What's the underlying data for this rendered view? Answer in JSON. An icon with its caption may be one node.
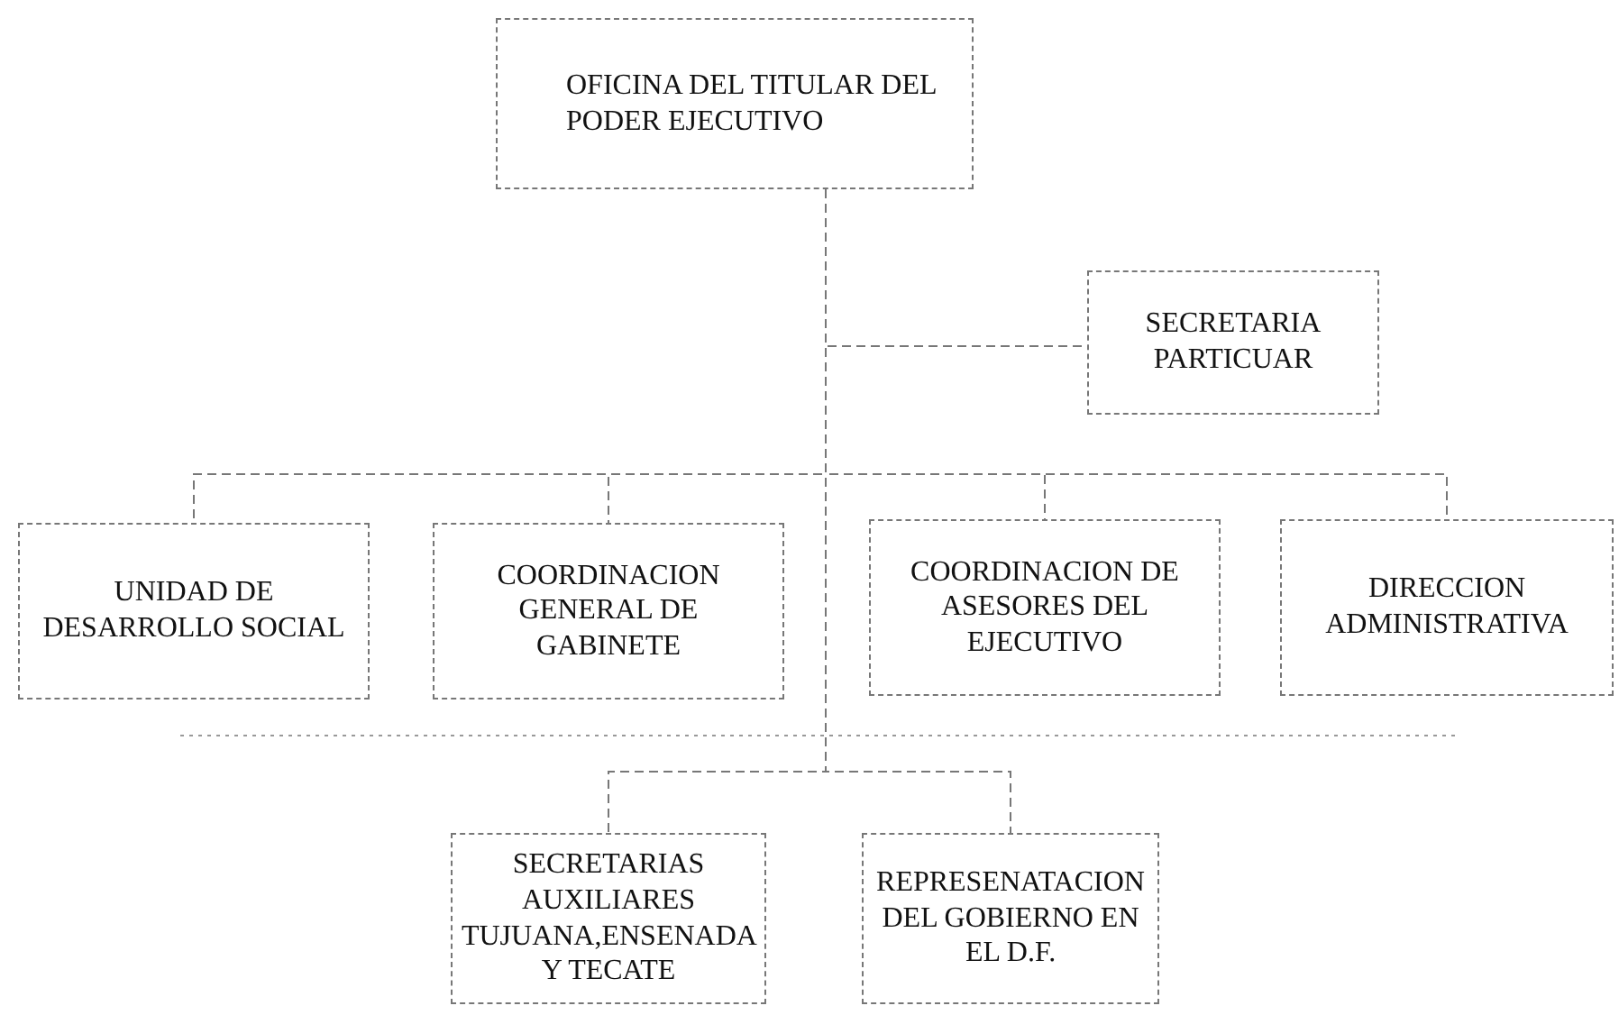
{
  "diagram": {
    "nodes": [
      {
        "text": [
          "OFICINA DEL TITULAR DEL PODER EJECUTIVO"
        ]
      },
      {
        "text": [
          "SECRETARIA PARTICUAR"
        ]
      },
      {
        "text": [
          "UNIDAD DE DESARROLLO SOCIAL"
        ]
      },
      {
        "text": [
          "COORDINACION GENERAL DE GABINETE"
        ]
      },
      {
        "text": [
          "COORDINACION DE ASESORES DEL EJECUTIVO"
        ]
      },
      {
        "text": [
          "DIRECCION ADMINISTRATIVA"
        ]
      },
      {
        "text": [
          "SECRETARIAS AUXILIARES TUJUANA,ENSENADA Y TECATE"
        ]
      },
      {
        "text": [
          "REPRESENATACION DEL GOBIERNO EN EL D.F."
        ]
      }
    ],
    "edges": [
      {
        "from": 0,
        "to": 1,
        "arrow": "none",
        "style": "dashed"
      },
      {
        "from": 0,
        "to": 2,
        "arrow": "none",
        "style": "dashed"
      },
      {
        "from": 0,
        "to": 3,
        "arrow": "none",
        "style": "dashed"
      },
      {
        "from": 0,
        "to": 4,
        "arrow": "none",
        "style": "dashed"
      },
      {
        "from": 0,
        "to": 5,
        "arrow": "none",
        "style": "dashed"
      },
      {
        "from": 0,
        "to": 6,
        "arrow": "none",
        "style": "dashed"
      },
      {
        "from": 0,
        "to": 7,
        "arrow": "none",
        "style": "dashed"
      }
    ]
  }
}
